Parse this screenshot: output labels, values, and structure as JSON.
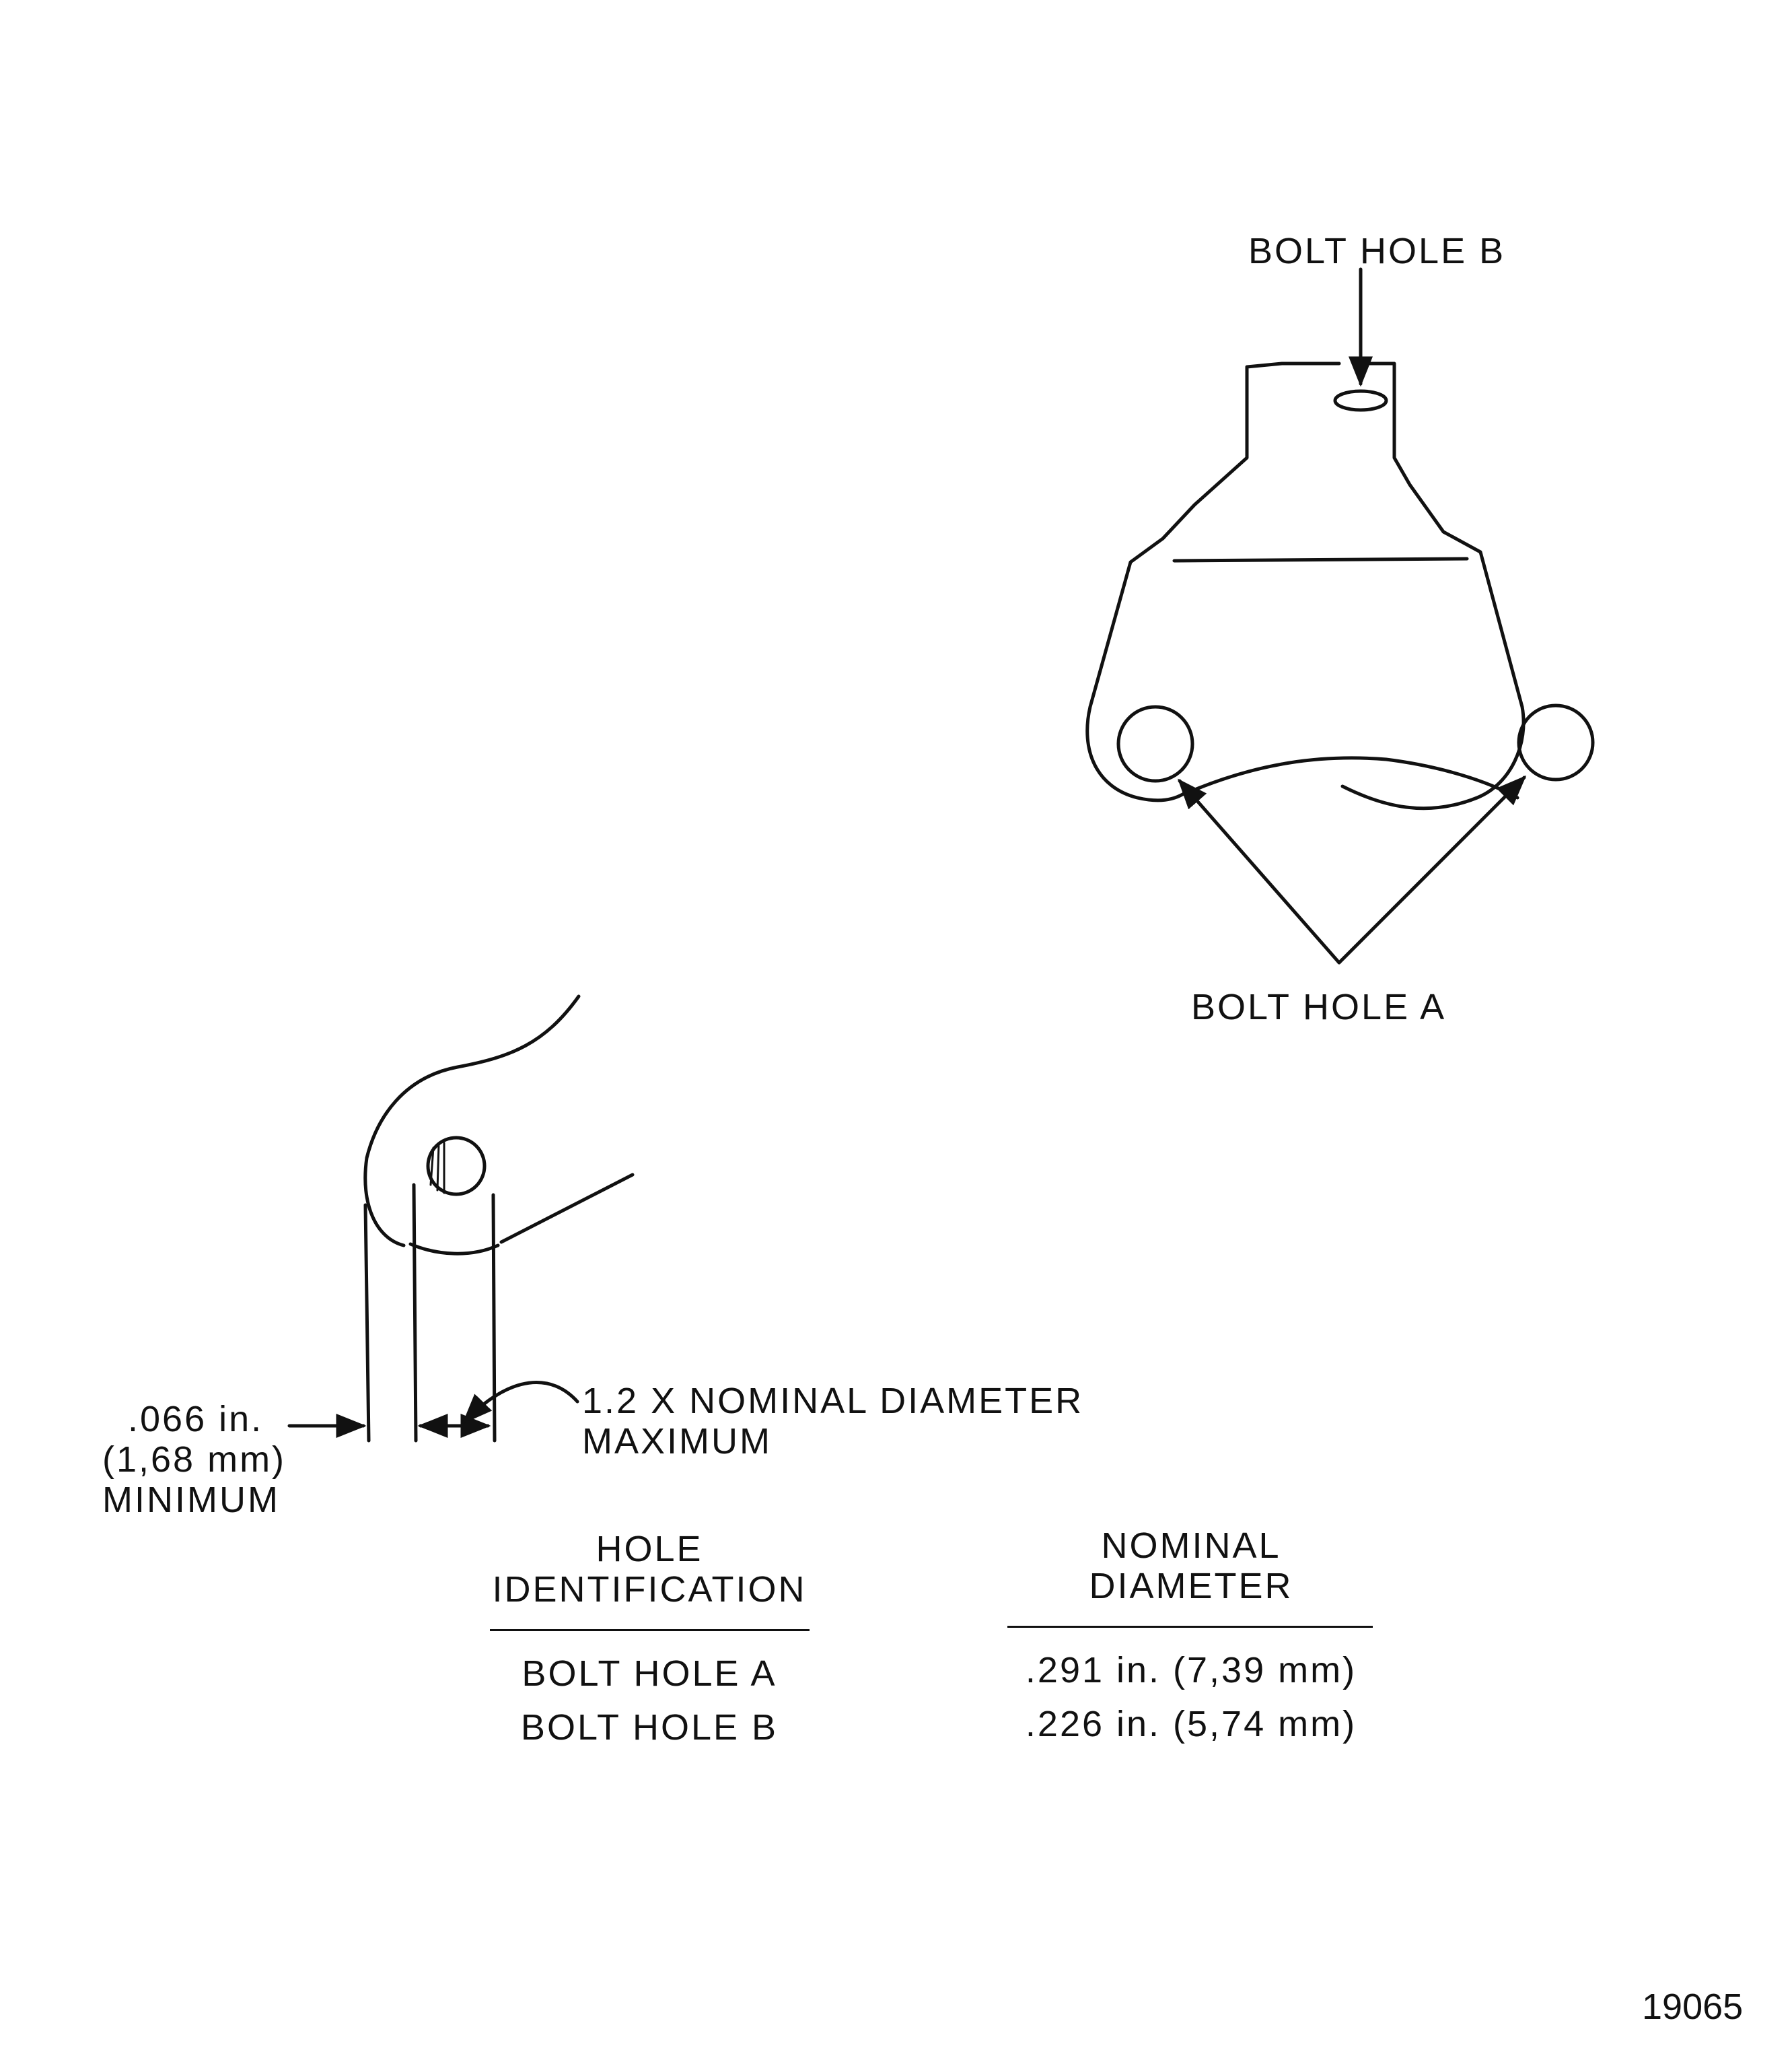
{
  "labels": {
    "bolt_hole_b": "BOLT HOLE B",
    "bolt_hole_a": "BOLT HOLE A",
    "min_spacing_in": ".066 in.",
    "min_spacing_mm": "(1,68 mm)",
    "min_spacing_word": "MINIMUM",
    "max_line1": "1.2 X NOMINAL DIAMETER",
    "max_line2": "MAXIMUM"
  },
  "table": {
    "headers": [
      {
        "line1": "HOLE",
        "line2": "IDENTIFICATION"
      },
      {
        "line1": "NOMINAL",
        "line2": "DIAMETER"
      }
    ],
    "rows": [
      {
        "hole": "BOLT HOLE A",
        "diameter": ".291 in. (7,39 mm)"
      },
      {
        "hole": "BOLT HOLE B",
        "diameter": ".226 in. (5,74 mm)"
      }
    ]
  },
  "figure_number": "19065",
  "colors": {
    "ink": "#111111",
    "paper": "#ffffff"
  }
}
